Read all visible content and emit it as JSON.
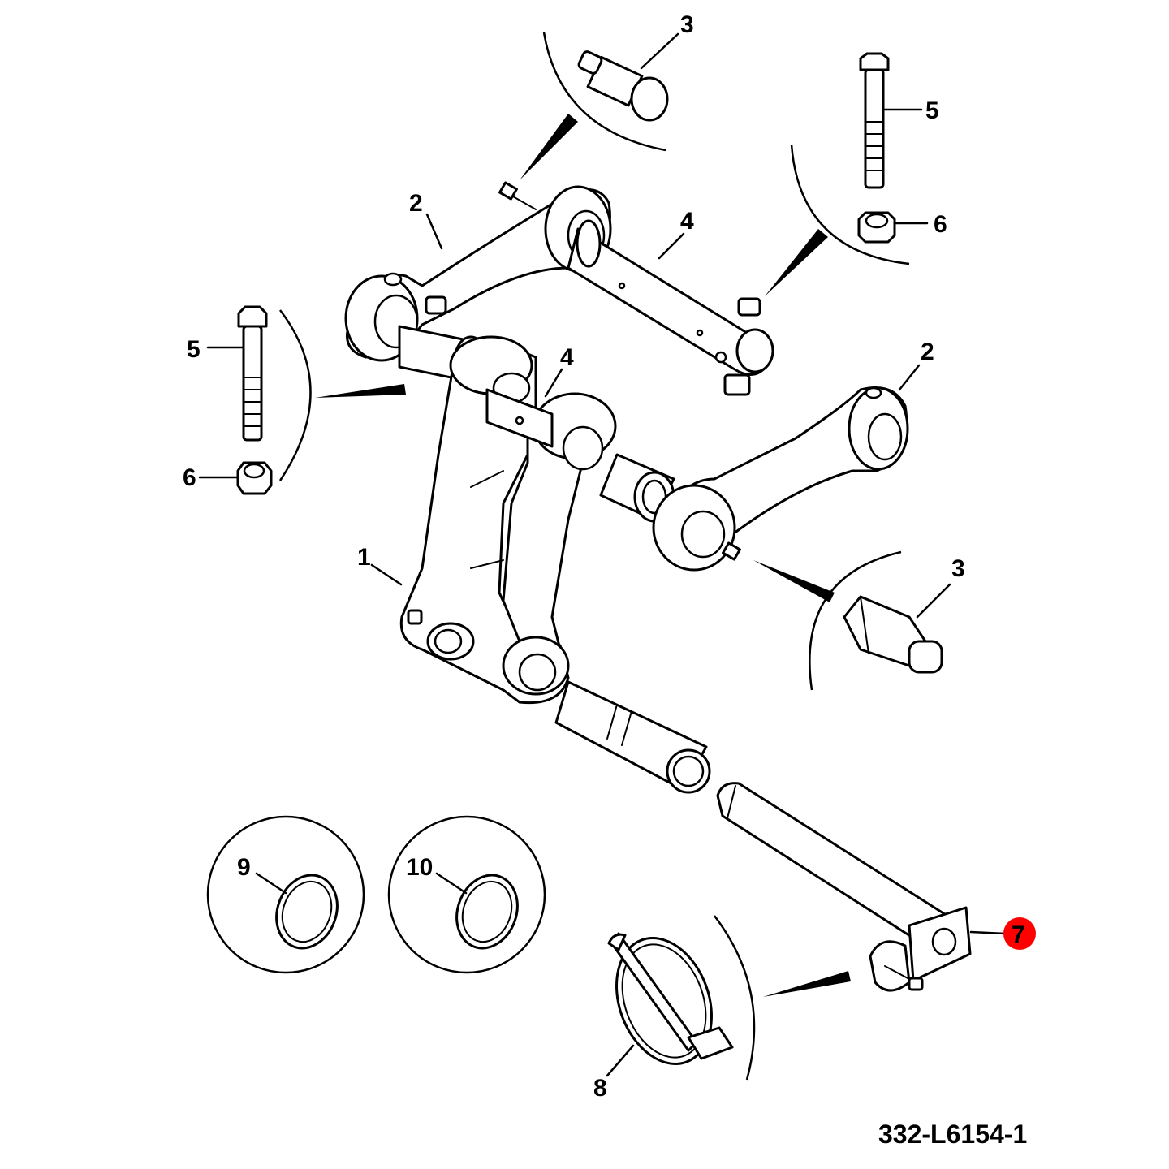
{
  "callouts": {
    "c1": "1",
    "c2_top": "2",
    "c2_right": "2",
    "c3_top": "3",
    "c3_right": "3",
    "c4_top": "4",
    "c4_mid": "4",
    "c5_right": "5",
    "c5_left": "5",
    "c6_right": "6",
    "c6_left": "6",
    "c7": "7",
    "c8": "8",
    "c9": "9",
    "c10": "10"
  },
  "highlighted_callout": "7",
  "highlight_color": "#ff0000",
  "drawing_number": "332-L6154-1"
}
